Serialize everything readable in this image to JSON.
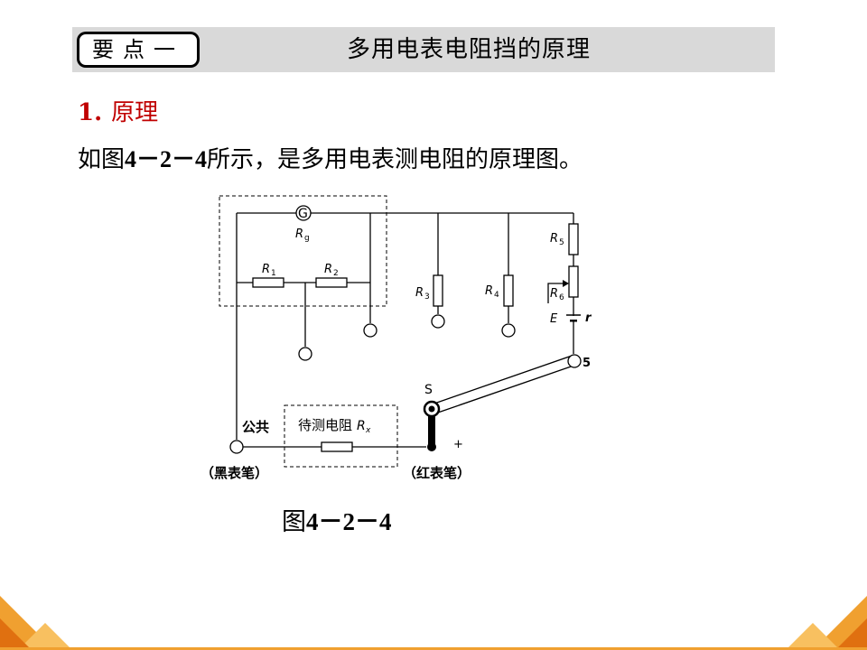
{
  "header": {
    "key_point": "要点一",
    "title": "多用电表电阻挡的原理"
  },
  "section": {
    "number": "1",
    "separator": ".",
    "title": "原理"
  },
  "intro": {
    "before": "如图",
    "figure_ref": "4－2－4",
    "after": "所示，是多用电表测电阻的原理图。"
  },
  "figure": {
    "caption_prefix": "图",
    "caption_number": "4－2－4"
  },
  "diagram": {
    "galvanometer": "G",
    "rg": "R",
    "rg_sub": "g",
    "r1": "R",
    "r1_sub": "1",
    "r2": "R",
    "r2_sub": "2",
    "r3": "R",
    "r3_sub": "3",
    "r4": "R",
    "r4_sub": "4",
    "r5": "R",
    "r5_sub": "5",
    "r6": "R",
    "r6_sub": "6",
    "emf": "E",
    "internal_r": "r",
    "terminal_5": "5",
    "switch": "S",
    "common": "公共",
    "unknown_resistor": "待测电阻",
    "unknown_r": "R",
    "unknown_sub": "x",
    "plus": "+",
    "black_probe": "（黑表笔）",
    "red_probe": "（红表笔）"
  },
  "colors": {
    "header_bg": "#d9d9d9",
    "accent_red": "#c00000",
    "deco_orange": "#f0a030",
    "deco_dark": "#e07010"
  }
}
